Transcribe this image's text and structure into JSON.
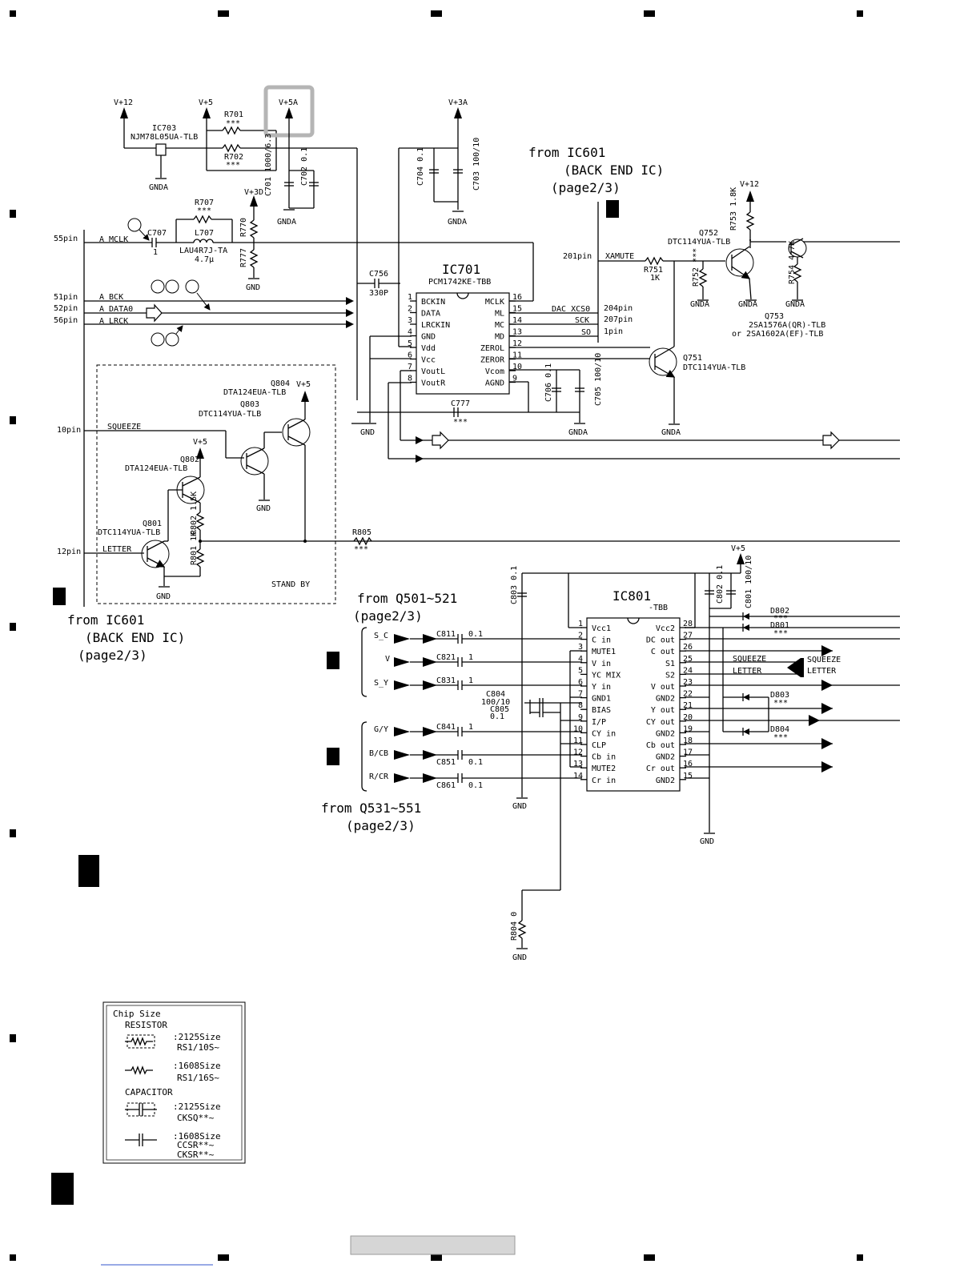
{
  "rails": {
    "v12_a": "V+12",
    "v5_a": "V+5",
    "v5a": "V+5A",
    "v3a": "V+3A",
    "v3d": "V+3D",
    "v12_b": "V+12",
    "v5_b": "V+5",
    "v5_c": "V+5",
    "v5_d": "V+5"
  },
  "grounds": {
    "gnda": "GNDA",
    "gnd": "GND"
  },
  "pins": {
    "p55": "55pin",
    "p51": "51pin",
    "p52": "52pin",
    "p56": "56pin",
    "p10": "10pin",
    "p12": "12pin",
    "p201": "201pin",
    "p204": "204pin",
    "p207": "207pin",
    "p1": "1pin"
  },
  "nets": {
    "a_mclk": "A MCLK",
    "a_bck": "A BCK",
    "a_data0": "A DATA0",
    "a_lrck": "A LRCK",
    "squeeze": "SQUEEZE",
    "letter": "LETTER",
    "xamute": "XAMUTE",
    "dac_xcs0": "DAC XCS0",
    "sck": "SCK",
    "so": "SO",
    "stand_by": "STAND BY",
    "s_c": "S_C",
    "v": "V",
    "s_y": "S_Y",
    "g_y": "G/Y",
    "b_cb": "B/CB",
    "r_cr": "R/CR",
    "squeeze_b": "SQUEEZE",
    "letter_b": "LETTER",
    "squeeze_c": "SQUEEZE",
    "letter_c": "LETTER"
  },
  "from": {
    "ic601_top": [
      "from IC601",
      "(BACK END IC)",
      "(page2/3)"
    ],
    "ic601_left": [
      "from IC601",
      "(BACK END IC)",
      "(page2/3)"
    ],
    "q501": [
      "from Q501~521",
      "(page2/3)"
    ],
    "q531": [
      "from Q531~551",
      "(page2/3)"
    ]
  },
  "parts": {
    "ic703": [
      "IC703",
      "NJM78L05UA-TLB"
    ],
    "r701": [
      "R701",
      "***"
    ],
    "r702": [
      "R702",
      "***"
    ],
    "c701": "C701 1000/6.3",
    "c702": "C702 0.1",
    "c704": "C704 0.1",
    "c703": "C703 100/10",
    "r707": [
      "R707",
      "***"
    ],
    "c707": [
      "C707",
      "1"
    ],
    "l707": [
      "L707",
      "LAU4R7J-TA",
      "4.7μ"
    ],
    "r770": "R770",
    "r777": "R777",
    "c756": [
      "C756",
      "330P"
    ],
    "ic701": [
      "IC701",
      "PCM1742KE-TBB"
    ],
    "q752": [
      "Q752",
      "DTC114YUA-TLB"
    ],
    "r751": [
      "R751",
      "1K"
    ],
    "r752": "R752 ***",
    "r753": "R753 1.8K",
    "r754": "R754 4.7K",
    "q753": [
      "Q753",
      "2SA1576A(QR)-TLB",
      "or 2SA1602A(EF)-TLB"
    ],
    "q751": [
      "Q751",
      "DTC114YUA-TLB"
    ],
    "c706": "C706 0.1",
    "c705": "C705 100/10",
    "c777": [
      "C777",
      "***"
    ],
    "q804": [
      "Q804",
      "DTA124EUA-TLB"
    ],
    "q803": [
      "Q803",
      "DTC114YUA-TLB"
    ],
    "q802": [
      "Q802",
      "DTA124EUA-TLB"
    ],
    "q801": [
      "Q801",
      "DTC114YUA-TLB"
    ],
    "r802": "R802 1.5K",
    "r801": "R801 1K",
    "r805": [
      "R805",
      "***"
    ],
    "ic801": [
      "IC801",
      "-TBB"
    ],
    "c803": "C803 0.1",
    "c802": "C802 0.1",
    "c801": "C801 100/10",
    "d802": [
      "D802",
      "***"
    ],
    "d801": [
      "D801",
      "***"
    ],
    "d803": [
      "D803",
      "***"
    ],
    "d804": [
      "D804",
      "***"
    ],
    "c811": [
      "C811",
      "0.1"
    ],
    "c821": [
      "C821",
      "1"
    ],
    "c831": [
      "C831",
      "1"
    ],
    "c804": [
      "C804",
      "100/10"
    ],
    "c805": [
      "C805",
      "0.1"
    ],
    "c841": [
      "C841",
      "1"
    ],
    "c851": [
      "C851",
      "0.1"
    ],
    "c861": [
      "C861",
      "0.1"
    ],
    "r804": "R804 0"
  },
  "ic701_left": [
    "BCKIN",
    "DATA",
    "LRCKIN",
    "GND",
    "Vdd",
    "Vcc",
    "VoutL",
    "VoutR"
  ],
  "ic701_right": [
    "MCLK",
    "ML",
    "MC",
    "MD",
    "ZEROL",
    "ZEROR",
    "Vcom",
    "AGND"
  ],
  "ic701_lnum": [
    "1",
    "2",
    "3",
    "4",
    "5",
    "6",
    "7",
    "8"
  ],
  "ic701_rnum": [
    "16",
    "15",
    "14",
    "13",
    "12",
    "11",
    "10",
    "9"
  ],
  "ic801_left": [
    "Vcc1",
    "C in",
    "MUTE1",
    "V in",
    "YC MIX",
    "Y in",
    "GND1",
    "BIAS",
    "I/P",
    "CY in",
    "CLP",
    "Cb in",
    "MUTE2",
    "Cr in"
  ],
  "ic801_right": [
    "Vcc2",
    "DC out",
    "C out",
    "S1",
    "S2",
    "V out",
    "GND2",
    "Y out",
    "CY out",
    "GND2",
    "Cb out",
    "GND2",
    "Cr out",
    "GND2"
  ],
  "ic801_lnum": [
    "1",
    "2",
    "3",
    "4",
    "5",
    "6",
    "7",
    "8",
    "9",
    "10",
    "11",
    "12",
    "13",
    "14"
  ],
  "ic801_rnum": [
    "28",
    "27",
    "26",
    "25",
    "24",
    "23",
    "22",
    "21",
    "20",
    "19",
    "18",
    "17",
    "16",
    "15"
  ],
  "legend": {
    "title": "Chip Size",
    "resistor": "RESISTOR",
    "r1": [
      ":2125Size",
      "RS1/10S~"
    ],
    "r2": [
      ":1608Size",
      "RS1/16S~"
    ],
    "capacitor": "CAPACITOR",
    "c1": [
      ":2125Size",
      "CKSQ**~"
    ],
    "c2": [
      ":1608Size",
      "CCSR**~",
      "CKSR**~"
    ]
  }
}
